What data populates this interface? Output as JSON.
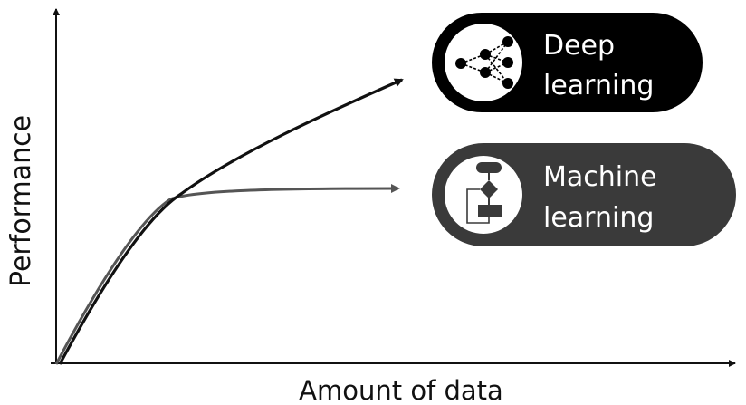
{
  "axes": {
    "x_label": "Amount of data",
    "y_label": "Performance"
  },
  "legend": {
    "deep_learning": {
      "line1": "Deep",
      "line2": "learning",
      "icon": "neural-network-icon",
      "bg_color": "#000000"
    },
    "machine_learning": {
      "line1": "Machine",
      "line2": "learning",
      "icon": "flowchart-icon",
      "bg_color": "#3a3a3a"
    }
  },
  "colors": {
    "deep_learning_curve": "#111111",
    "machine_learning_curve": "#555555",
    "axis": "#111111"
  }
}
